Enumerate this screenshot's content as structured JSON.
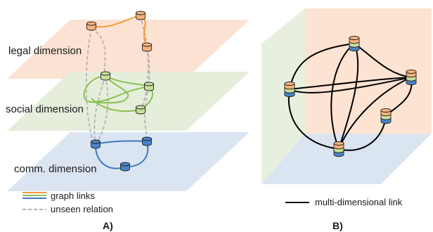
{
  "panel_a": {
    "label": "A)",
    "planes": [
      {
        "name": "legal",
        "label": "legal dimension",
        "fill": "#fbe2d3",
        "node_color": "#f6b27a",
        "link_color": "#f39b3c"
      },
      {
        "name": "social",
        "label": "social dimension",
        "fill": "#e5eedb",
        "node_color": "#c6df9e",
        "link_color": "#8cc152"
      },
      {
        "name": "comm",
        "label": "comm. dimension",
        "fill": "#dbe5f2",
        "node_color": "#4a84c9",
        "link_color": "#3d78c0"
      }
    ],
    "legend": {
      "graph_links": "graph links",
      "unseen_relation": "unseen relation"
    },
    "unseen_color": "#b4b4b4"
  },
  "panel_b": {
    "label": "B)",
    "legend": {
      "multi_link": "multi-dimensional link"
    },
    "wall_fill": "#e7f0df",
    "back_fill": "#fde3d1",
    "floor_fill": "#dbe5f2",
    "link_color": "#000000"
  }
}
